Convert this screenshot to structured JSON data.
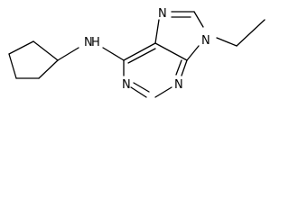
{
  "molecule": {
    "atoms": {
      "nh": "N",
      "nh_h": "H",
      "n1": "N",
      "n3": "N",
      "n7": "N",
      "n9": "N"
    }
  },
  "colors": {
    "bond": "#000000",
    "label": "#000000",
    "background": "#ffffff"
  }
}
